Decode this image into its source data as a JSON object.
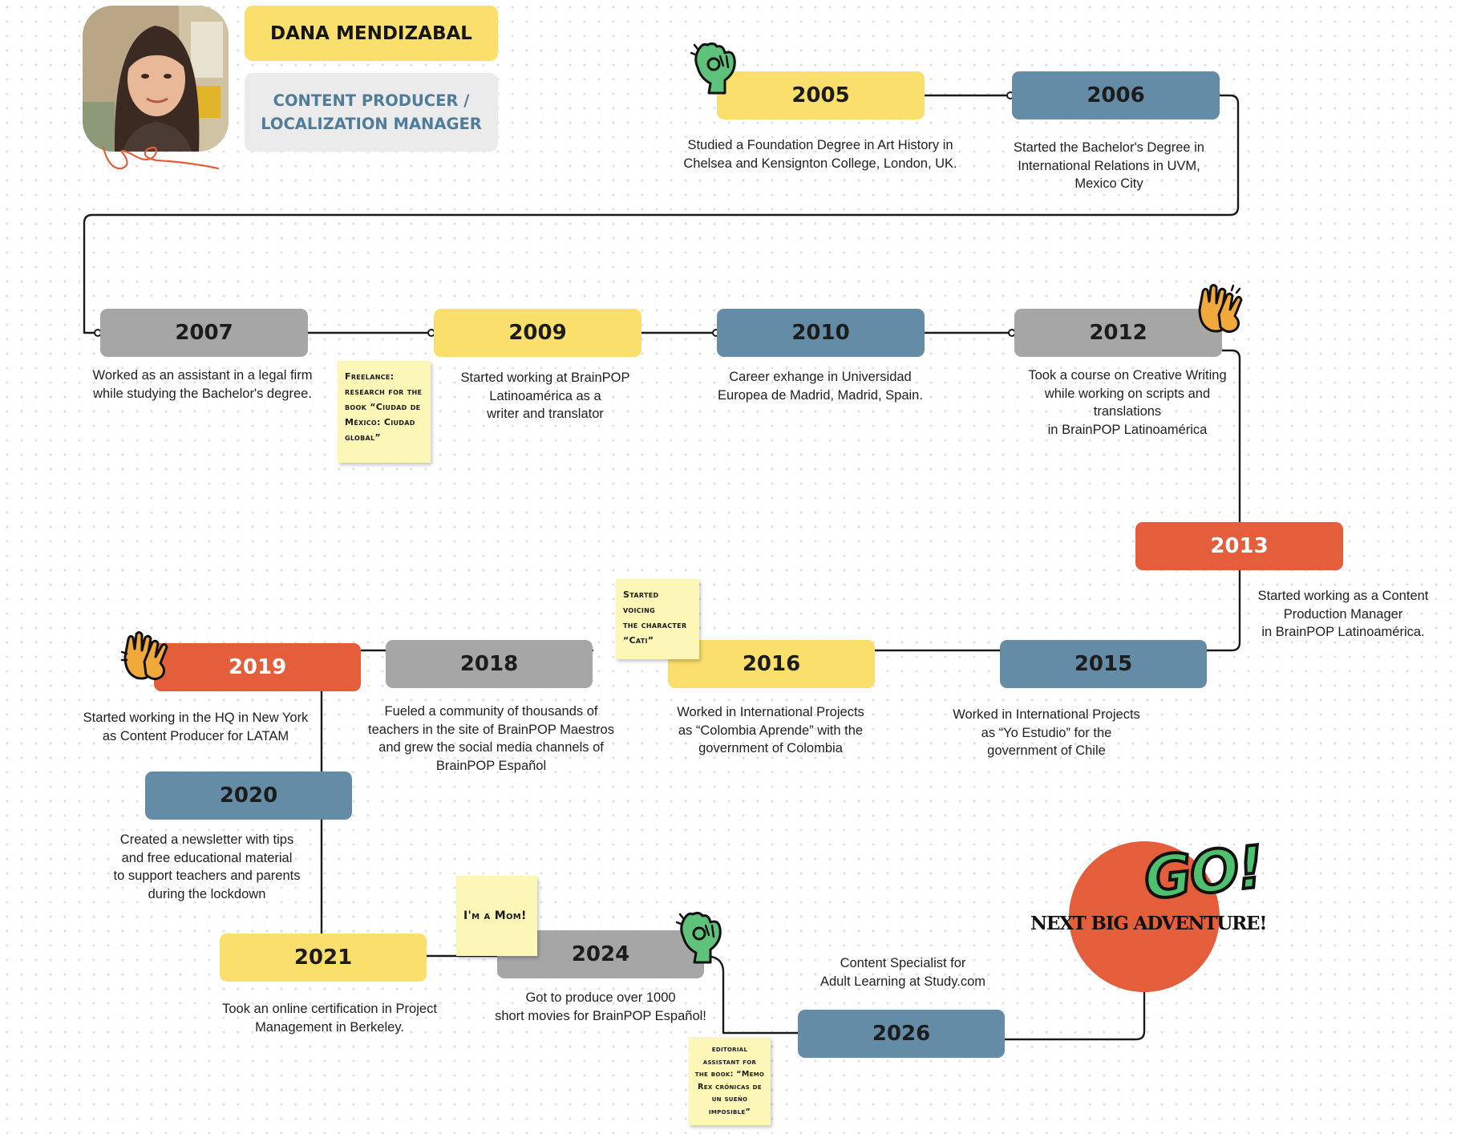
{
  "profile": {
    "name": "DANA MENDIZABAL",
    "role": "CONTENT PRODUCER /\nLOCALIZATION MANAGER"
  },
  "timeline": {
    "y2005": {
      "year": "2005",
      "desc": "Studied a Foundation Degree in Art History in\nChelsea and Kensignton College, London, UK."
    },
    "y2006": {
      "year": "2006",
      "desc": "Started the Bachelor's Degree in\nInternational Relations in UVM,\nMexico City"
    },
    "y2007": {
      "year": "2007",
      "desc": "Worked as an assistant in a legal firm\nwhile studying the Bachelor's degree."
    },
    "y2009": {
      "year": "2009",
      "desc": "Started working at BrainPOP\nLatinoamérica as a\nwriter and translator"
    },
    "y2010": {
      "year": "2010",
      "desc": "Career exhange in Universidad\nEuropea de Madrid, Madrid, Spain."
    },
    "y2012": {
      "year": "2012",
      "desc": "Took a course on Creative Writing\nwhile working on scripts and\ntranslations\nin BrainPOP Latinoamérica"
    },
    "y2013": {
      "year": "2013",
      "desc": "Started working as a Content\nProduction Manager\nin BrainPOP Latinoamérica."
    },
    "y2015": {
      "year": "2015",
      "desc": "Worked in International Projects\nas “Yo Estudio” for the\ngovernment of Chile"
    },
    "y2016": {
      "year": "2016",
      "desc": "Worked in International Projects\nas “Colombia Aprende” with the\ngovernment of Colombia"
    },
    "y2018": {
      "year": "2018",
      "desc": "Fueled a community of thousands of\nteachers in the site of BrainPOP Maestros\nand grew the social media channels of\nBrainPOP Español"
    },
    "y2019": {
      "year": "2019",
      "desc": "Started working in the HQ in New York\nas Content Producer for LATAM"
    },
    "y2020": {
      "year": "2020",
      "desc": "Created a newsletter with tips\nand free educational material\nto support teachers and parents\nduring the lockdown"
    },
    "y2021": {
      "year": "2021",
      "desc": "Took an online certification in Project\nManagement in Berkeley."
    },
    "y2024": {
      "year": "2024",
      "desc": "Got to produce over 1000\nshort movies for BrainPOP Español!"
    },
    "y2026": {
      "year": "2026",
      "desc": "Content Specialist for\nAdult Learning at Study.com"
    }
  },
  "notes": {
    "freelance": "Freelance:\nresearch for the\nbook “Ciudad de\nMéxico: Ciudad\nglobal”",
    "voicing": "Started voicing\nthe character\n“Cati”",
    "mom": "I'm a Mom!",
    "editorial": "editorial\nassistant for\nthe book: “Memo\nRex crónicas de\nun sueño\nimposible”"
  },
  "finale": {
    "go": "GO!",
    "next": "NEXT BIG ADVENTURE!"
  },
  "icons": [
    "ok-hand-sticker",
    "high-five-sticker"
  ],
  "colors": {
    "yellow": "#fbdf6d",
    "blue": "#648ca6",
    "gray": "#a6a6a6",
    "orange": "#e45e3b",
    "sticker_green": "#5fc27a",
    "sticker_orange": "#f2a93b"
  }
}
